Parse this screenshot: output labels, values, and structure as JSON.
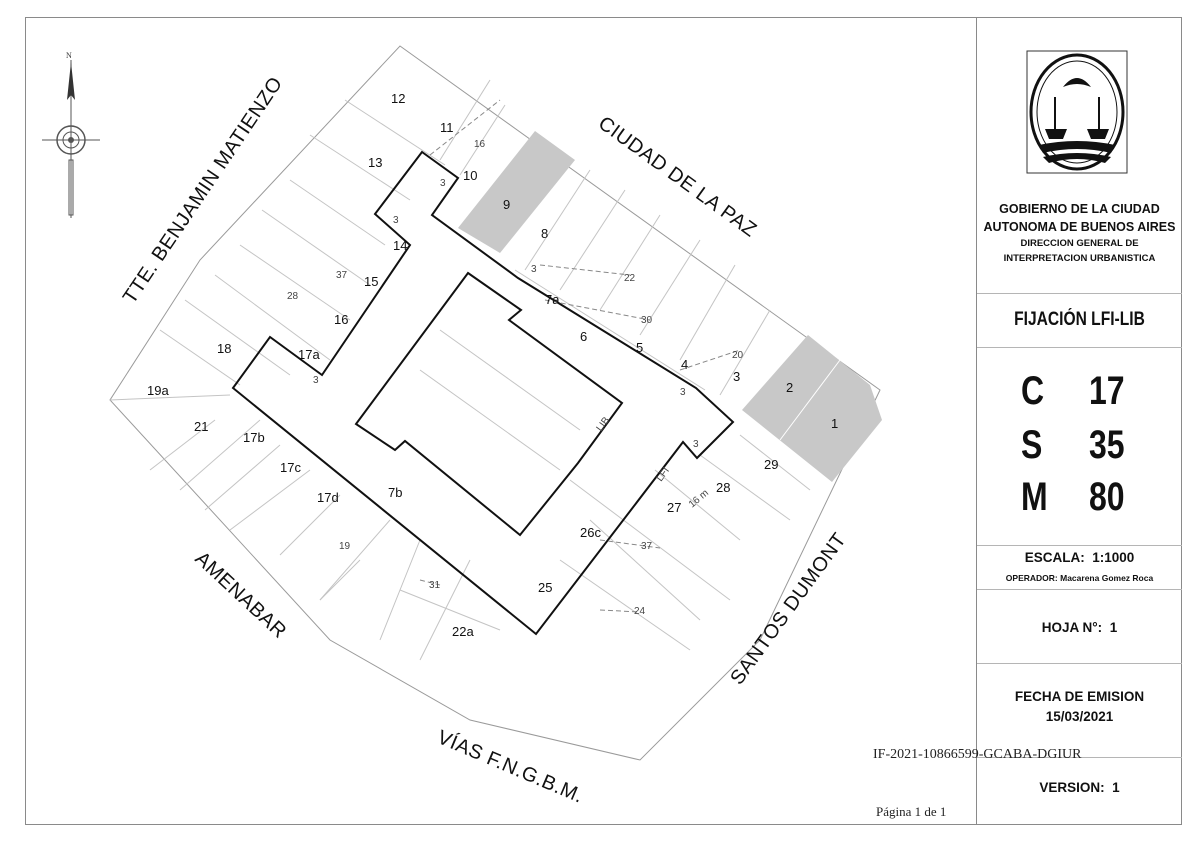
{
  "streets": {
    "north_west": "TTE. BENJAMIN MATIENZO",
    "north_east": "CIUDAD DE LA PAZ",
    "south_east": "SANTOS DUMONT",
    "south_west": "AMENABAR",
    "south": "VÍAS F.N.G.B.M."
  },
  "compass": {
    "north": "N"
  },
  "lots": [
    {
      "label": "12"
    },
    {
      "label": "11"
    },
    {
      "label": "10"
    },
    {
      "label": "9"
    },
    {
      "label": "8"
    },
    {
      "label": "13"
    },
    {
      "label": "14"
    },
    {
      "label": "15"
    },
    {
      "label": "16"
    },
    {
      "label": "17a"
    },
    {
      "label": "18"
    },
    {
      "label": "19a"
    },
    {
      "label": "21"
    },
    {
      "label": "17b"
    },
    {
      "label": "17c"
    },
    {
      "label": "17d"
    },
    {
      "label": "7b"
    },
    {
      "label": "7a"
    },
    {
      "label": "6"
    },
    {
      "label": "5"
    },
    {
      "label": "4"
    },
    {
      "label": "3"
    },
    {
      "label": "2"
    },
    {
      "label": "1"
    },
    {
      "label": "29"
    },
    {
      "label": "28"
    },
    {
      "label": "27"
    },
    {
      "label": "26c"
    },
    {
      "label": "25"
    },
    {
      "label": "22a"
    }
  ],
  "dimensions": [
    {
      "label": "16"
    },
    {
      "label": "3"
    },
    {
      "label": "3"
    },
    {
      "label": "37"
    },
    {
      "label": "28"
    },
    {
      "label": "3"
    },
    {
      "label": "3"
    },
    {
      "label": "22"
    },
    {
      "label": "30"
    },
    {
      "label": "20"
    },
    {
      "label": "3"
    },
    {
      "label": "3"
    },
    {
      "label": "16 m"
    },
    {
      "label": "37"
    },
    {
      "label": "19"
    },
    {
      "label": "31"
    },
    {
      "label": "24"
    },
    {
      "label": "LIB"
    },
    {
      "label": "LFI"
    }
  ],
  "panel": {
    "org_line1": "GOBIERNO DE LA CIUDAD",
    "org_line2": "AUTONOMA DE BUENOS AIRES",
    "org_line3": "DIRECCION GENERAL DE",
    "org_line4": "INTERPRETACION URBANISTICA",
    "title": "FIJACIÓN LFI-LIB",
    "codes": [
      {
        "letter": "C",
        "value": "17"
      },
      {
        "letter": "S",
        "value": "35"
      },
      {
        "letter": "M",
        "value": "80"
      }
    ],
    "scale_label": "ESCALA:",
    "scale_value": "1:1000",
    "operator_label": "OPERADOR:",
    "operator_name": "Macarena Gomez Roca",
    "sheet_label": "HOJA N°:",
    "sheet_value": "1",
    "issue_label": "FECHA DE EMISION",
    "issue_date": "15/03/2021",
    "version_label": "VERSION:",
    "version_value": "1"
  },
  "document_id": "IF-2021-10866599-GCABA-DGIUR",
  "page_label": "Página 1 de 1",
  "colors": {
    "shaded_lot": "#c8c8c8",
    "boundary": "#111111",
    "grid": "#c4c4c4"
  }
}
